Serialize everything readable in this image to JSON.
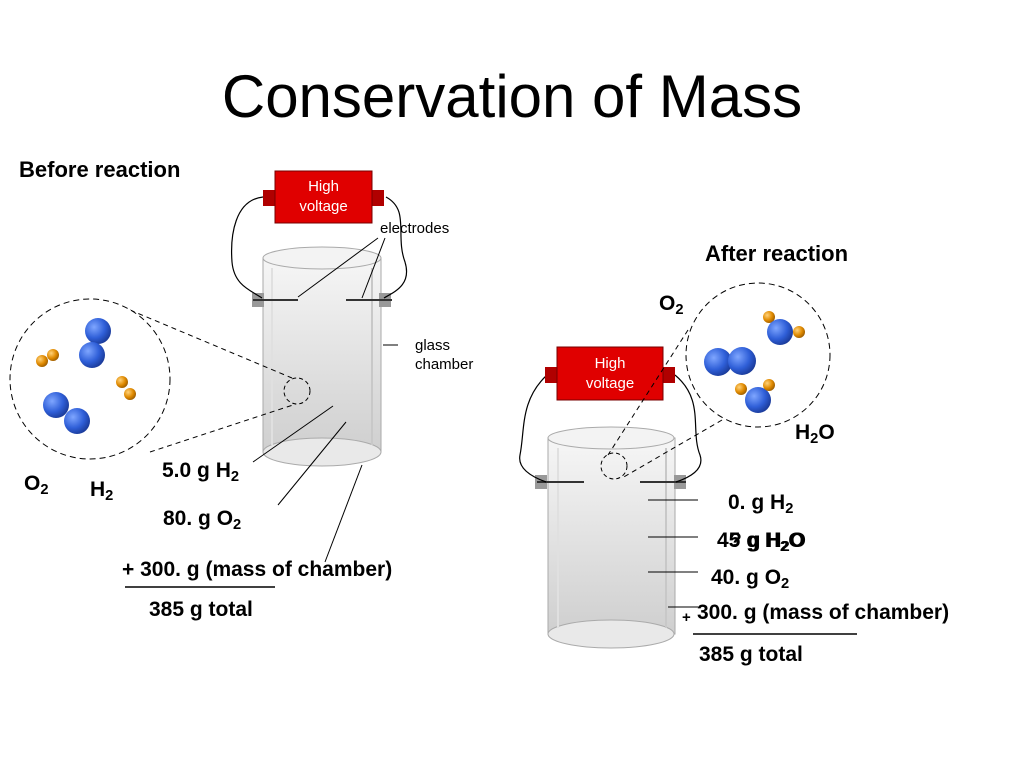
{
  "title": "Conservation of Mass",
  "before": {
    "heading": "Before reaction",
    "battery": {
      "line1": "High",
      "line2": "voltage"
    },
    "electrodes_label": "electrodes",
    "chamber_label": {
      "line1": "glass",
      "line2": "chamber"
    },
    "molecule_labels": {
      "o2": {
        "base": "O",
        "sub": "2"
      },
      "h2": {
        "base": "H",
        "sub": "2"
      }
    },
    "masses": [
      {
        "text": "5.0 g H",
        "sub": "2"
      },
      {
        "text": "80. g O",
        "sub": "2"
      },
      {
        "text": "+ 300. g (mass of chamber)",
        "sub": ""
      }
    ],
    "total": "385 g total"
  },
  "after": {
    "heading": "After reaction",
    "battery": {
      "line1": "High",
      "line2": "voltage"
    },
    "molecule_labels": {
      "o2": {
        "base": "O",
        "sub": "2"
      },
      "h2o": {
        "base": "H",
        "sub": "2",
        "tail": "O"
      }
    },
    "masses": {
      "h2": {
        "text": "0. g H",
        "sub": "2"
      },
      "h2o_overlap_a": {
        "text": "45 g H",
        "sub": "2",
        "tail": "O"
      },
      "h2o_overlap_b": {
        "text": "? g H",
        "sub": "2",
        "tail": "O"
      },
      "o2": {
        "text": "40. g O",
        "sub": "2"
      },
      "chamber_plus": "+",
      "chamber": "300. g (mass of chamber)"
    },
    "total": "385 g total"
  },
  "colors": {
    "battery": "#e00000",
    "battery_end": "#b00000",
    "h2_atom": "#2f5fd8",
    "o_atom": "#e08a00",
    "chamber": "#dcdcdc"
  }
}
